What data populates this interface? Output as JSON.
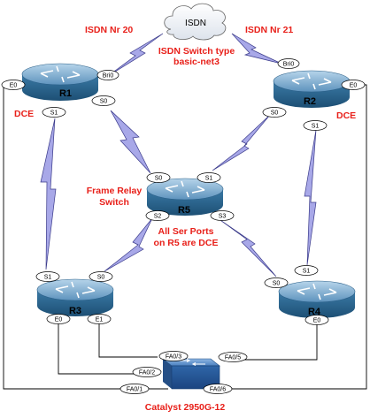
{
  "cloud": {
    "label": "ISDN"
  },
  "isdn_numbers": {
    "r1": "ISDN Nr 20",
    "r2": "ISDN Nr 21"
  },
  "isdn_switch_type": {
    "line1": "ISDN Switch type",
    "line2": "basic-net3"
  },
  "frame_relay": {
    "line1": "Frame Relay",
    "line2": "Switch"
  },
  "dce_note": {
    "line1": "All Ser Ports",
    "line2": "on R5 are DCE"
  },
  "dce_labels": {
    "r1": "DCE",
    "r2": "DCE"
  },
  "switch_label": "Catalyst 2950G-12",
  "routers": {
    "r1": {
      "name": "R1",
      "ports": {
        "e0": "E0",
        "bri0": "Bri0",
        "s0": "S0",
        "s1": "S1"
      }
    },
    "r2": {
      "name": "R2",
      "ports": {
        "e0": "E0",
        "bri0": "Bri0",
        "s0": "S0",
        "s1": "S1"
      }
    },
    "r3": {
      "name": "R3",
      "ports": {
        "s1": "S1",
        "s0": "S0",
        "e0": "E0",
        "e1": "E1"
      }
    },
    "r4": {
      "name": "R4",
      "ports": {
        "s1": "S1",
        "s0": "S0",
        "e0": "E0"
      }
    },
    "r5": {
      "name": "R5",
      "ports": {
        "s0": "S0",
        "s1": "S1",
        "s2": "S2",
        "s3": "S3"
      }
    }
  },
  "switch_ports": {
    "fa0_3": "FA0/3",
    "fa0_2": "FA0/2",
    "fa0_1": "FA0/1",
    "fa0_5": "FA0/5",
    "fa0_6": "FA0/6"
  },
  "colors": {
    "label_red": "#e8201a",
    "router_body": "#2f6f9a",
    "serial_bolt": "#a8a8e8",
    "switch_body": "#2f66a8"
  }
}
